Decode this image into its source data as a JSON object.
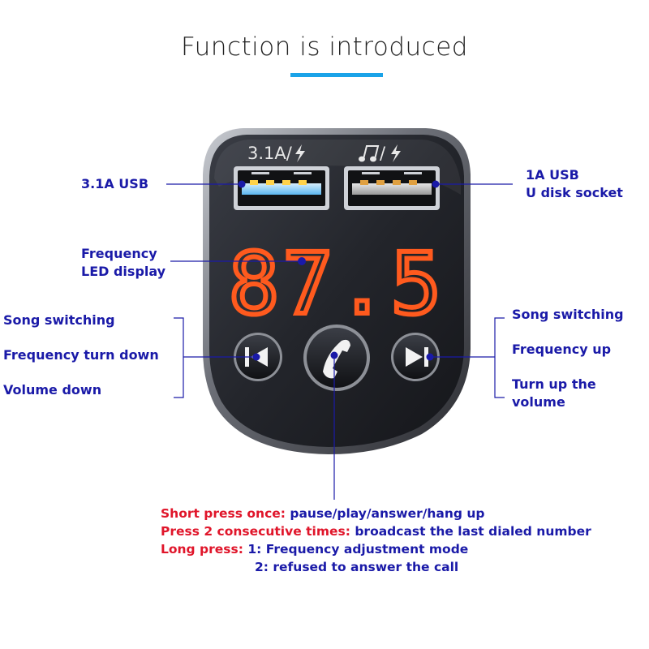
{
  "title": "Function is introduced",
  "accent_color": "#1aa3e8",
  "label_color": "#1a1aa8",
  "highlight_color": "#e0152a",
  "led_color": "#ff5a1e",
  "device": {
    "port_left_label": "3.1A/",
    "port_right_label": "/",
    "display_value": "87.5",
    "icons": [
      "bolt-icon",
      "music-note-icon",
      "previous-track-icon",
      "phone-icon",
      "next-track-icon"
    ]
  },
  "labels": {
    "usb_left": "3.1A USB",
    "usb_right_line1": "1A USB",
    "usb_right_line2": "U disk socket",
    "display_line1": "Frequency",
    "display_line2": "LED display",
    "left_btn_1": "Song switching",
    "left_btn_2": "Frequency turn down",
    "left_btn_3": "Volume down",
    "right_btn_1": "Song switching",
    "right_btn_2": "Frequency up",
    "right_btn_3_line1": "Turn up the",
    "right_btn_3_line2": "volume"
  },
  "instructions": {
    "short_press_label": "Short press once:",
    "short_press_text": " pause/play/answer/hang up",
    "double_press_label": "Press 2 consecutive times:",
    "double_press_text": " broadcast the last dialed number",
    "long_press_label": "Long press:",
    "long_press_text_1": " 1: Frequency adjustment mode",
    "long_press_text_2": "2: refused to answer the call"
  }
}
